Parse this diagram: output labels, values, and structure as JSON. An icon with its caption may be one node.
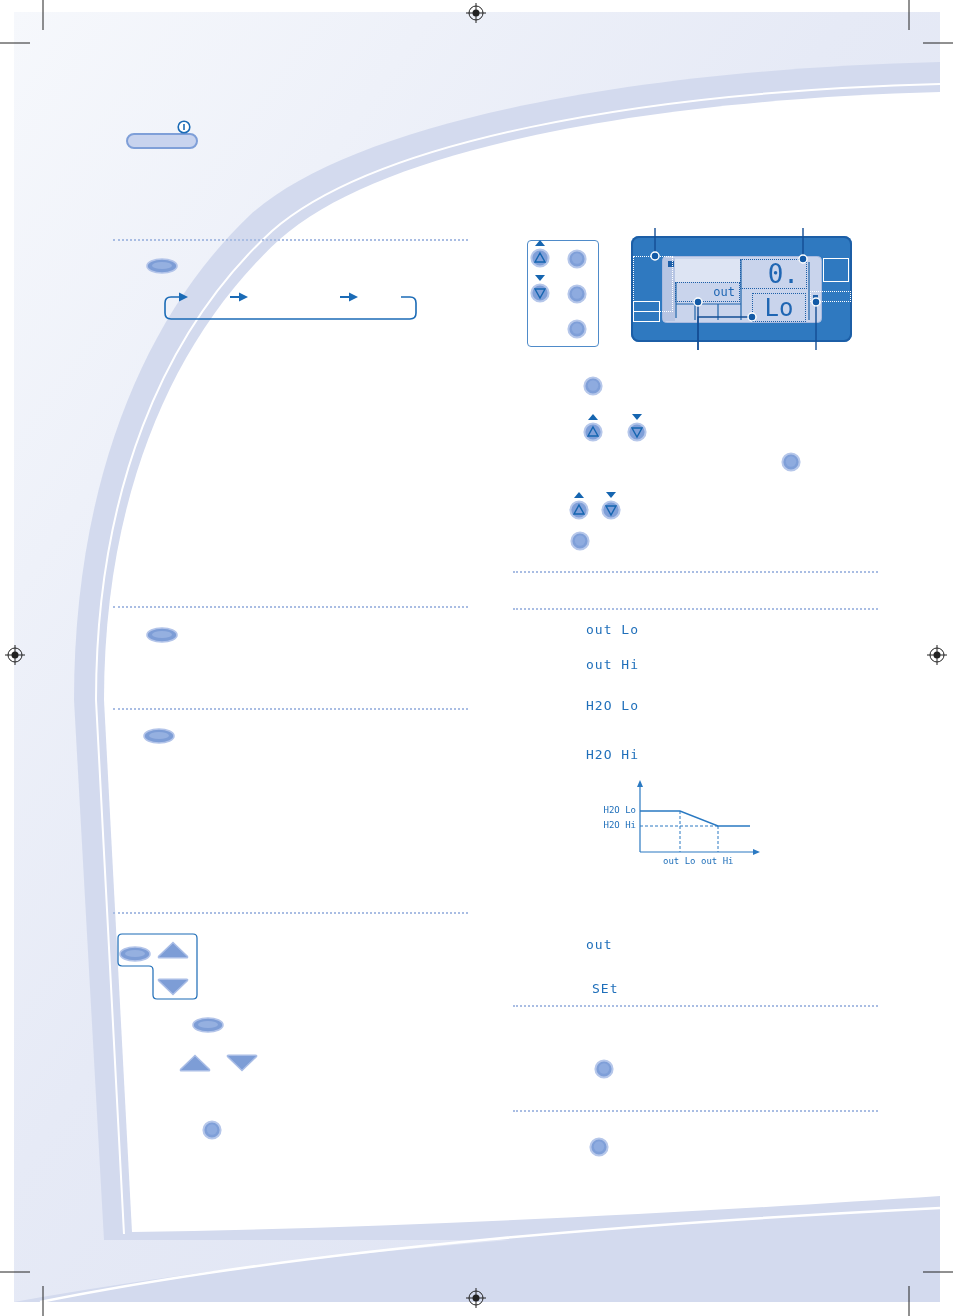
{
  "diagram": {
    "nodes": [
      {
        "text": [],
        "shape": "box"
      },
      {
        "text": [],
        "shape": "box",
        "in": 0
      },
      {
        "text": [
          "0."
        ],
        "in": 0
      },
      {
        "text": [
          "out"
        ],
        "in": 0
      },
      {
        "text": [
          "Lo"
        ],
        "in": 0
      },
      {
        "text": [],
        "shape": "box",
        "in": 0
      }
    ],
    "edges": [
      {
        "from": null,
        "to": 1,
        "arrow": "other"
      },
      {
        "from": null,
        "to": 2,
        "arrow": "other"
      },
      {
        "from": null,
        "to": 3,
        "arrow": "other"
      },
      {
        "from": null,
        "to": 4,
        "arrow": "other"
      },
      {
        "from": null,
        "to": 5,
        "arrow": "other"
      }
    ],
    "labels": [
      "out Lo",
      "out Hi",
      "H2O Lo",
      "H2O Hi",
      "H2O Lo",
      "H2O Hi",
      "out Lo",
      "out Hi",
      "out",
      "SEt"
    ]
  }
}
